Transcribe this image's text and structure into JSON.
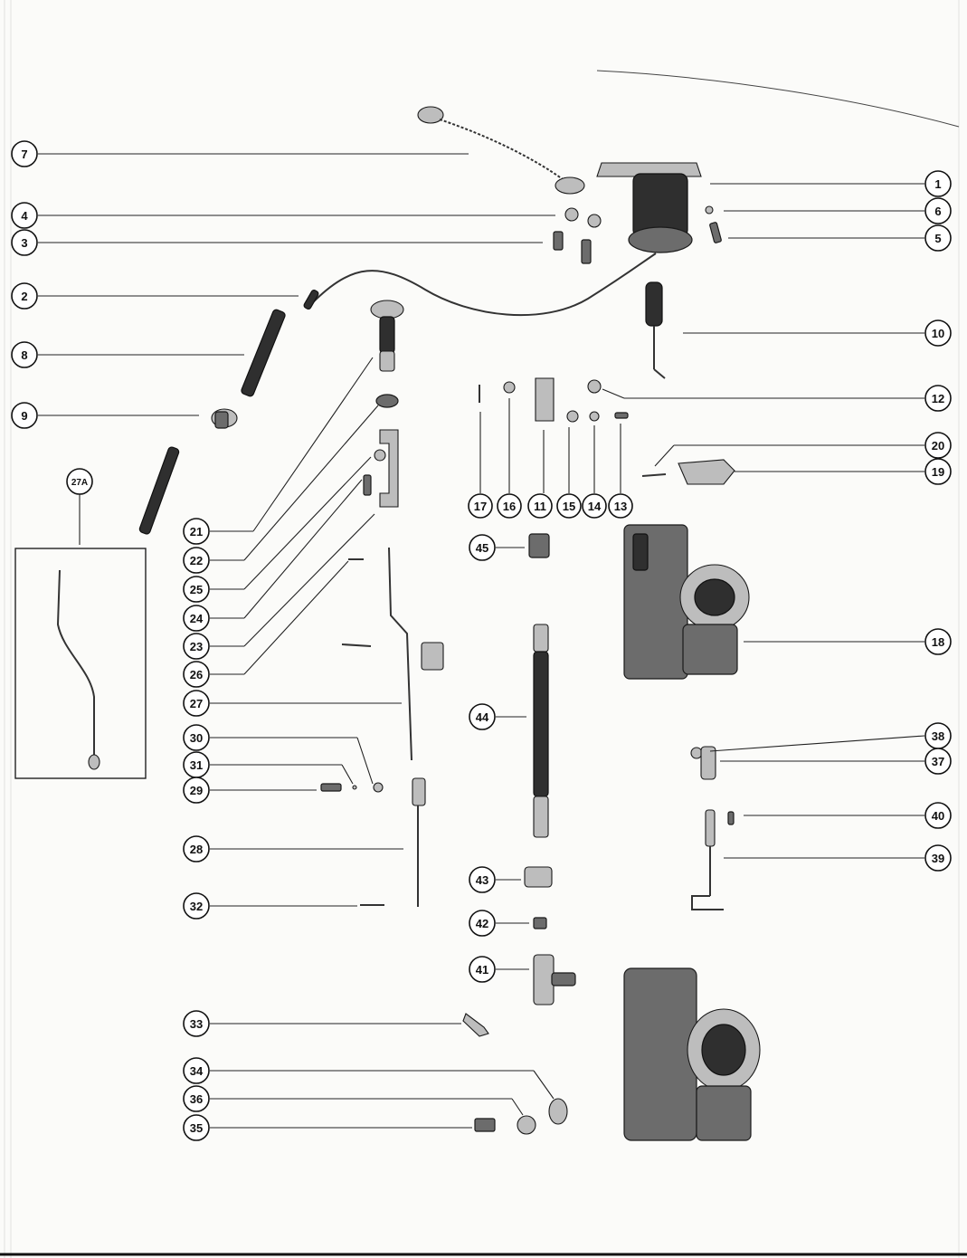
{
  "callouts": [
    {
      "id": "c7",
      "label": "7"
    },
    {
      "id": "c4",
      "label": "4"
    },
    {
      "id": "c3",
      "label": "3"
    },
    {
      "id": "c2",
      "label": "2"
    },
    {
      "id": "c8",
      "label": "8"
    },
    {
      "id": "c9",
      "label": "9"
    },
    {
      "id": "c27A",
      "label": "27A"
    },
    {
      "id": "c21",
      "label": "21"
    },
    {
      "id": "c22",
      "label": "22"
    },
    {
      "id": "c25",
      "label": "25"
    },
    {
      "id": "c24",
      "label": "24"
    },
    {
      "id": "c23",
      "label": "23"
    },
    {
      "id": "c26",
      "label": "26"
    },
    {
      "id": "c27",
      "label": "27"
    },
    {
      "id": "c30",
      "label": "30"
    },
    {
      "id": "c31",
      "label": "31"
    },
    {
      "id": "c29",
      "label": "29"
    },
    {
      "id": "c28",
      "label": "28"
    },
    {
      "id": "c32",
      "label": "32"
    },
    {
      "id": "c33",
      "label": "33"
    },
    {
      "id": "c34",
      "label": "34"
    },
    {
      "id": "c36",
      "label": "36"
    },
    {
      "id": "c35",
      "label": "35"
    },
    {
      "id": "c1",
      "label": "1"
    },
    {
      "id": "c6",
      "label": "6"
    },
    {
      "id": "c5",
      "label": "5"
    },
    {
      "id": "c10",
      "label": "10"
    },
    {
      "id": "c12",
      "label": "12"
    },
    {
      "id": "c20",
      "label": "20"
    },
    {
      "id": "c19",
      "label": "19"
    },
    {
      "id": "c17",
      "label": "17"
    },
    {
      "id": "c16",
      "label": "16"
    },
    {
      "id": "c11",
      "label": "11"
    },
    {
      "id": "c15",
      "label": "15"
    },
    {
      "id": "c14",
      "label": "14"
    },
    {
      "id": "c13",
      "label": "13"
    },
    {
      "id": "c45",
      "label": "45"
    },
    {
      "id": "c18",
      "label": "18"
    },
    {
      "id": "c44",
      "label": "44"
    },
    {
      "id": "c38",
      "label": "38"
    },
    {
      "id": "c37",
      "label": "37"
    },
    {
      "id": "c40",
      "label": "40"
    },
    {
      "id": "c39",
      "label": "39"
    },
    {
      "id": "c43",
      "label": "43"
    },
    {
      "id": "c42",
      "label": "42"
    },
    {
      "id": "c41",
      "label": "41"
    }
  ]
}
